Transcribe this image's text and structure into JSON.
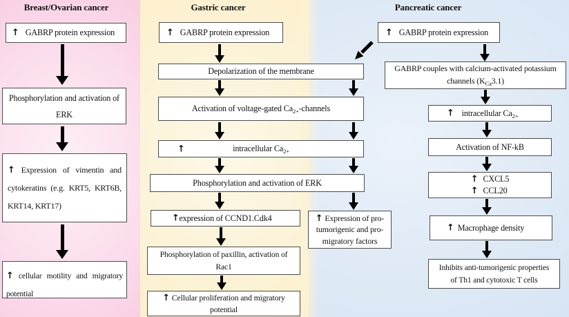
{
  "icons": {
    "up_arrow": "↑"
  },
  "colors": {
    "breast_bg": "#f8cade",
    "gastric_bg": "#fbedc5",
    "pancreatic_bg": "#d7e4f3",
    "box_bg": "#ffffff",
    "box_border": "#4b4b4b",
    "arrow": "#000000",
    "text": "#111111"
  },
  "breast": {
    "title": "Breast/Ovarian cancer",
    "b1": {
      "text": "GABRP protein expression"
    },
    "b2": {
      "line1": "Phosphorylation and activation of",
      "line2": "ERK"
    },
    "b3": {
      "text": "Expression of vimentin and cytokeratins (e.g. KRT5, KRT6B, KRT14, KRT17)"
    },
    "b4": {
      "text": "cellular motility and migratory potential"
    }
  },
  "gastric": {
    "title": "Gastric cancer",
    "b1": {
      "text": "GABRP protein expression"
    },
    "b2": {
      "text": "Depolarization of the membrane"
    },
    "b3": {
      "pre": "Activation of voltage-gated Ca",
      "sub": "2+",
      "post": "-channels"
    },
    "b4": {
      "pre": "intracellular Ca",
      "sub": "2+"
    },
    "b5": {
      "text": "Phosphorylation and activation of ERK"
    },
    "b6": {
      "text": "expression of CCND1.Cdk4"
    },
    "b7": {
      "line1": "Phosphorylation of paxillin, activation of",
      "line2": "Rac1"
    },
    "b8": {
      "line1": "Cellular proliferation and migratory",
      "line2": "potential"
    }
  },
  "shared": {
    "pro_box": {
      "text": "Expression of pro-tumorigenic and pro-migratory factors"
    }
  },
  "pancreatic": {
    "title": "Pancreatic cancer",
    "b1": {
      "text": "GABRP protein expression"
    },
    "b2": {
      "line1": "GABRP couples with calcium-activated potassium",
      "pre": "channels (K",
      "sub": "Ca",
      "post": "3.1)"
    },
    "b3": {
      "pre": "intracellular Ca",
      "sub": "2+"
    },
    "b4": {
      "text": "Activation of NF-kB"
    },
    "b5": {
      "line1": "CXCL5",
      "line2": "CCL20"
    },
    "b6": {
      "text": "Macrophage density"
    },
    "b7": {
      "line1": "Inhibits anti-tumorigenic properties",
      "line2": "of Th1 and cytotoxic T cells"
    }
  }
}
